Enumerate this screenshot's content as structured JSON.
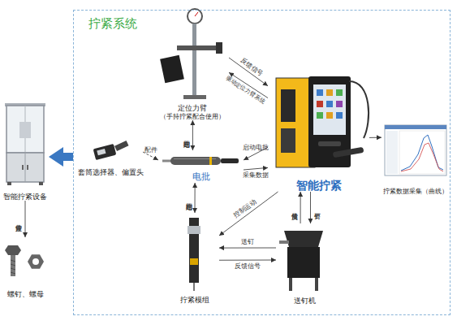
{
  "diagram": {
    "nodes": [
      {
        "text": [
          "拧紧系统"
        ]
      },
      {
        "text": [
          "定位力臂",
          "（手持拧紧配合使用）"
        ],
        "in": 0
      },
      {
        "text": [
          "套筒选择器、偏置头"
        ],
        "in": 0
      },
      {
        "text": [
          "电批"
        ],
        "in": 0
      },
      {
        "text": [
          "智能拧紧"
        ],
        "in": 0
      },
      {
        "text": [
          "拧紧数据采集（曲线）"
        ],
        "in": 0
      },
      {
        "text": [
          "拧紧模组"
        ],
        "in": 0
      },
      {
        "text": [
          "送钉机"
        ],
        "in": 0
      },
      {
        "text": [
          "智能拧紧设备"
        ]
      },
      {
        "text": [
          "螺钉、螺母"
        ]
      }
    ],
    "edges": [
      {
        "from": 1,
        "to": 4,
        "label": "反馈信号",
        "arrow": "to"
      },
      {
        "from": 4,
        "to": 1,
        "label": "驱动定位力臂系统",
        "arrow": "to"
      },
      {
        "from": 1,
        "to": 3,
        "label": "结构固定",
        "arrow": "both"
      },
      {
        "from": 2,
        "to": 3,
        "label": "配件",
        "arrow": "to"
      },
      {
        "from": 4,
        "to": 3,
        "label": "启动电批",
        "arrow": "to"
      },
      {
        "from": 3,
        "to": 4,
        "label": "采集数据",
        "arrow": "to"
      },
      {
        "from": 3,
        "to": 6,
        "label": "结构固定",
        "arrow": "both"
      },
      {
        "from": 4,
        "to": 6,
        "label": "控制运动",
        "arrow": "to"
      },
      {
        "from": 4,
        "to": 7,
        "label": "要钉",
        "arrow": "to"
      },
      {
        "from": 7,
        "to": 4,
        "label": "反馈信号",
        "arrow": "to"
      },
      {
        "from": 7,
        "to": 6,
        "label": "送钉",
        "arrow": "to"
      },
      {
        "from": 6,
        "to": 7,
        "label": "反馈信号",
        "arrow": "to"
      },
      {
        "from": 4,
        "to": 5,
        "arrow": "to"
      },
      {
        "from": 0,
        "to": 8,
        "arrow": "to"
      },
      {
        "from": 8,
        "to": 9,
        "label": "拧紧作业",
        "arrow": "to"
      }
    ]
  }
}
